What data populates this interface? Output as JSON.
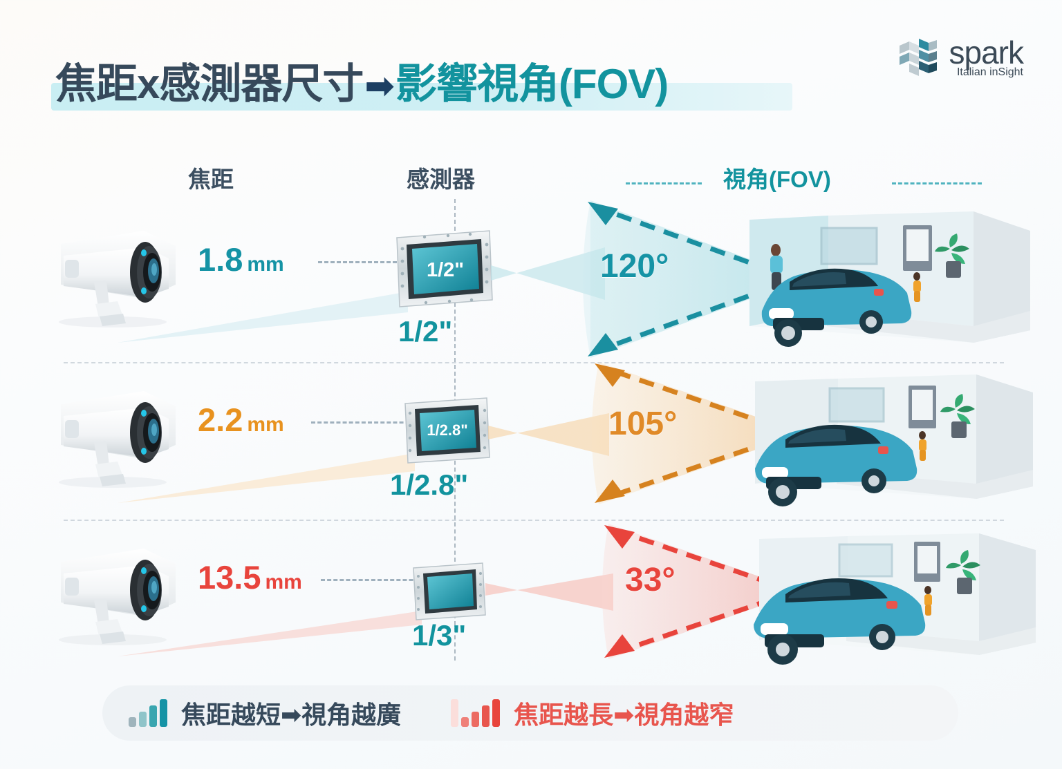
{
  "header": {
    "title_dark": "焦距x感測器尺寸",
    "title_arrow": "➡",
    "title_teal": "影響視角(FOV)",
    "logo_name": "spark",
    "logo_tagline": "Italian inSight"
  },
  "columns": {
    "focal_length": "焦距",
    "sensor": "感測器",
    "fov": "視角(FOV)"
  },
  "rows": [
    {
      "focal_value": "1.8",
      "focal_unit": "mm",
      "focal_color": "#1593a5",
      "sensor_chip_label": "1/2\"",
      "sensor_size": "1/2\"",
      "fov_angle": "120°",
      "fov_color": "#1593a5",
      "cone_fill": "#b7e2e8",
      "camera_name": "bullet-camera"
    },
    {
      "focal_value": "2.2",
      "focal_unit": "mm",
      "focal_color": "#e8921f",
      "sensor_chip_label": "1/2.8\"",
      "sensor_size": "1/2.8\"",
      "fov_angle": "105°",
      "fov_color": "#e08a28",
      "cone_fill": "#f6d7ae",
      "camera_name": "bullet-camera"
    },
    {
      "focal_value": "13.5",
      "focal_unit": "mm",
      "focal_color": "#e8443c",
      "sensor_chip_label": "",
      "sensor_size": "1/3\"",
      "fov_angle": "33°",
      "fov_color": "#e8443c",
      "cone_fill": "#f7c2bb",
      "camera_name": "bullet-camera"
    }
  ],
  "legend": {
    "left_text": "焦距越短➡視角越廣",
    "right_text": "焦距越長➡視角越窄",
    "left_icon": "bar-chart-ascending-icon",
    "right_icon": "bar-chart-ascending-icon"
  },
  "colors": {
    "teal": "#12939e",
    "dark": "#36495b",
    "orange": "#e8921f",
    "red": "#e8443c",
    "band": "#cdeef3"
  }
}
